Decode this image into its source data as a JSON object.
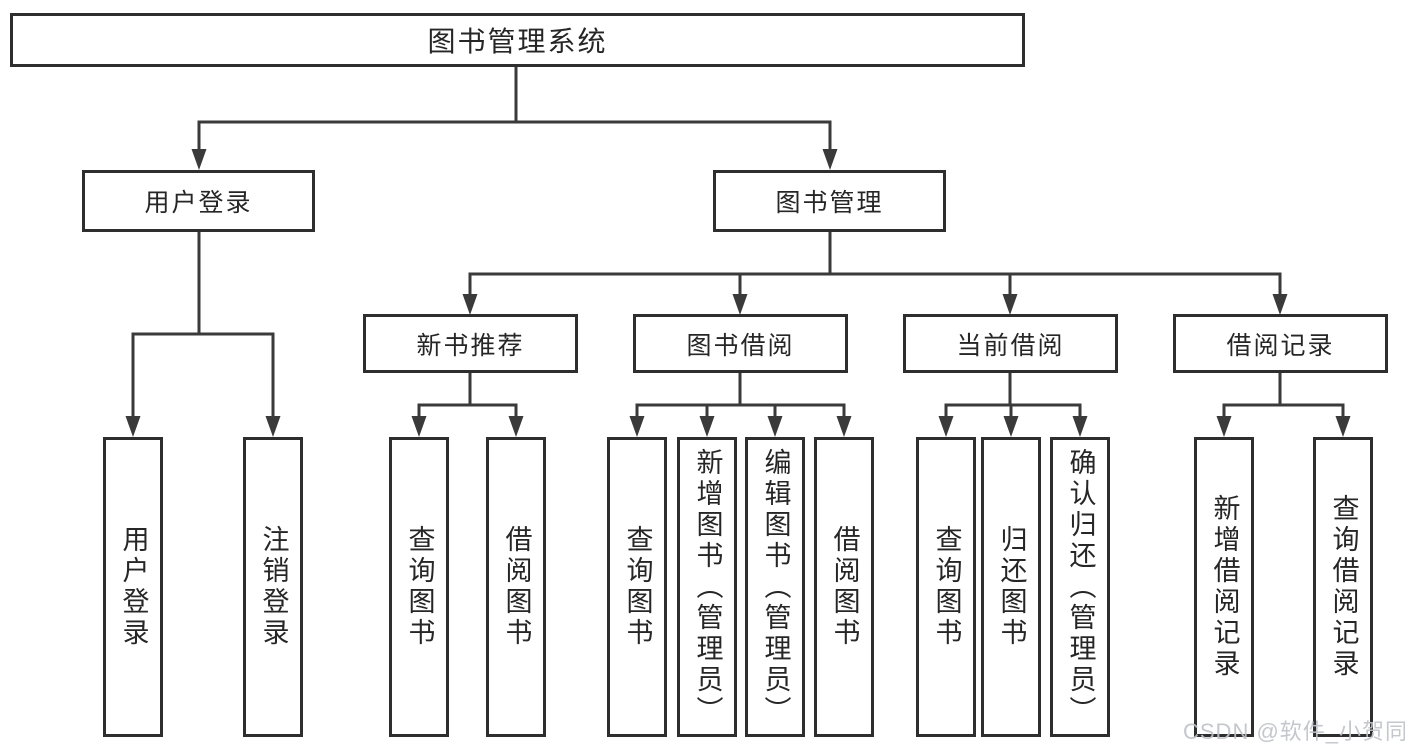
{
  "diagram": {
    "root": {
      "label": "图书管理系统"
    },
    "branches": [
      {
        "label": "用户登录",
        "children": [
          {
            "label": "用户登录"
          },
          {
            "label": "注销登录"
          }
        ]
      },
      {
        "label": "图书管理",
        "children": [
          {
            "label": "新书推荐",
            "children": [
              {
                "label": "查询图书"
              },
              {
                "label": "借阅图书"
              }
            ]
          },
          {
            "label": "图书借阅",
            "children": [
              {
                "label": "查询图书"
              },
              {
                "label": "新增图书（管理员）"
              },
              {
                "label": "编辑图书（管理员）"
              },
              {
                "label": "借阅图书"
              }
            ]
          },
          {
            "label": "当前借阅",
            "children": [
              {
                "label": "查询图书"
              },
              {
                "label": "归还图书"
              },
              {
                "label": "确认归还（管理员）"
              }
            ]
          },
          {
            "label": "借阅记录",
            "children": [
              {
                "label": "新增借阅记录"
              },
              {
                "label": "查询借阅记录"
              }
            ]
          }
        ]
      }
    ]
  },
  "watermark": {
    "text": "CSDN @软件_小贺同学"
  },
  "colors": {
    "line": "#3a3a3a",
    "box_border": "#2e2e2e",
    "text": "#262626",
    "watermark": "#bfc3c9",
    "background": "#ffffff"
  }
}
